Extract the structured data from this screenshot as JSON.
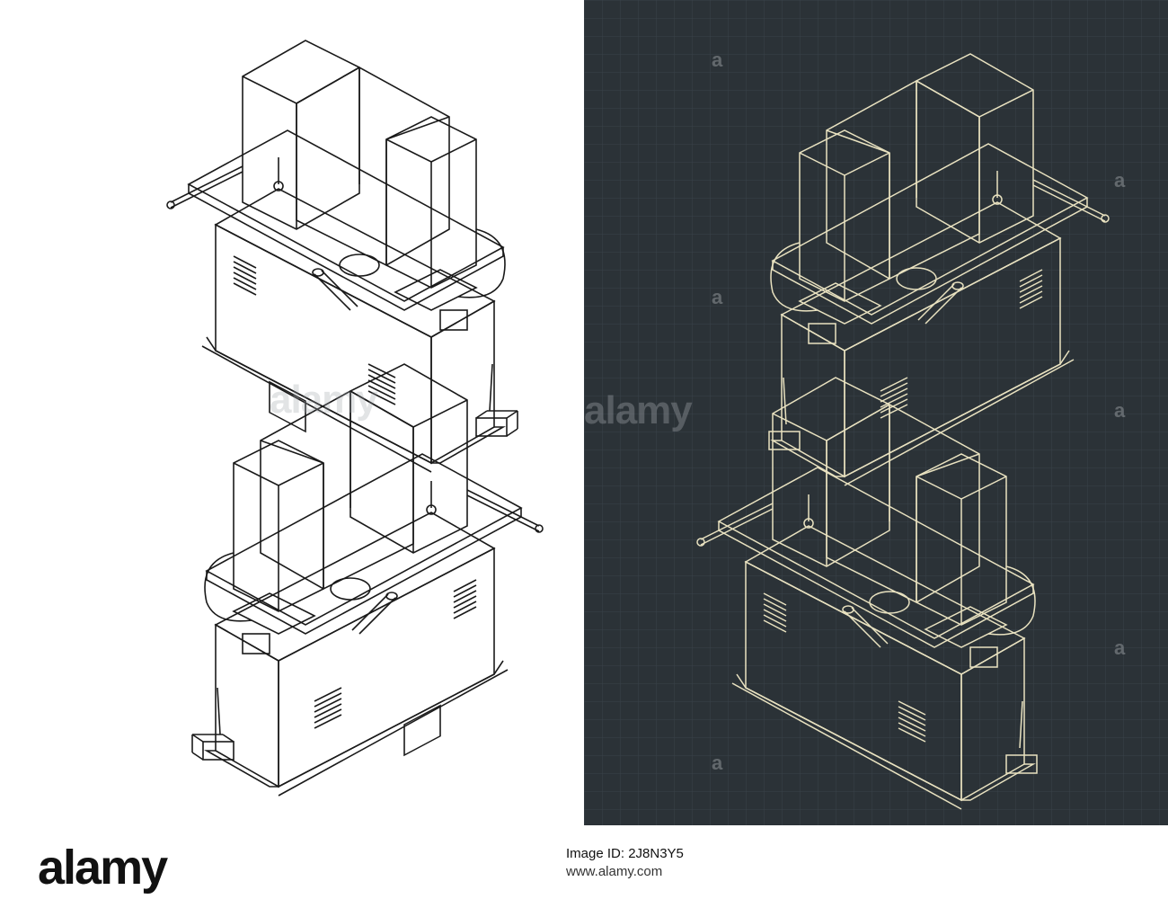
{
  "watermark": {
    "brand": "alamy",
    "mark": "a"
  },
  "footer": {
    "logo_text": "alamy",
    "image_id_line": "Image ID: 2J8N3Y5",
    "url_line": "www.alamy.com"
  },
  "colors": {
    "light_background": "#ffffff",
    "light_lines": "#1a1a1a",
    "dark_background": "#2b3237",
    "dark_grid": "#39424a",
    "dark_lines": "#e9e2c0"
  },
  "icons": [
    "alamy-logo-icon"
  ]
}
